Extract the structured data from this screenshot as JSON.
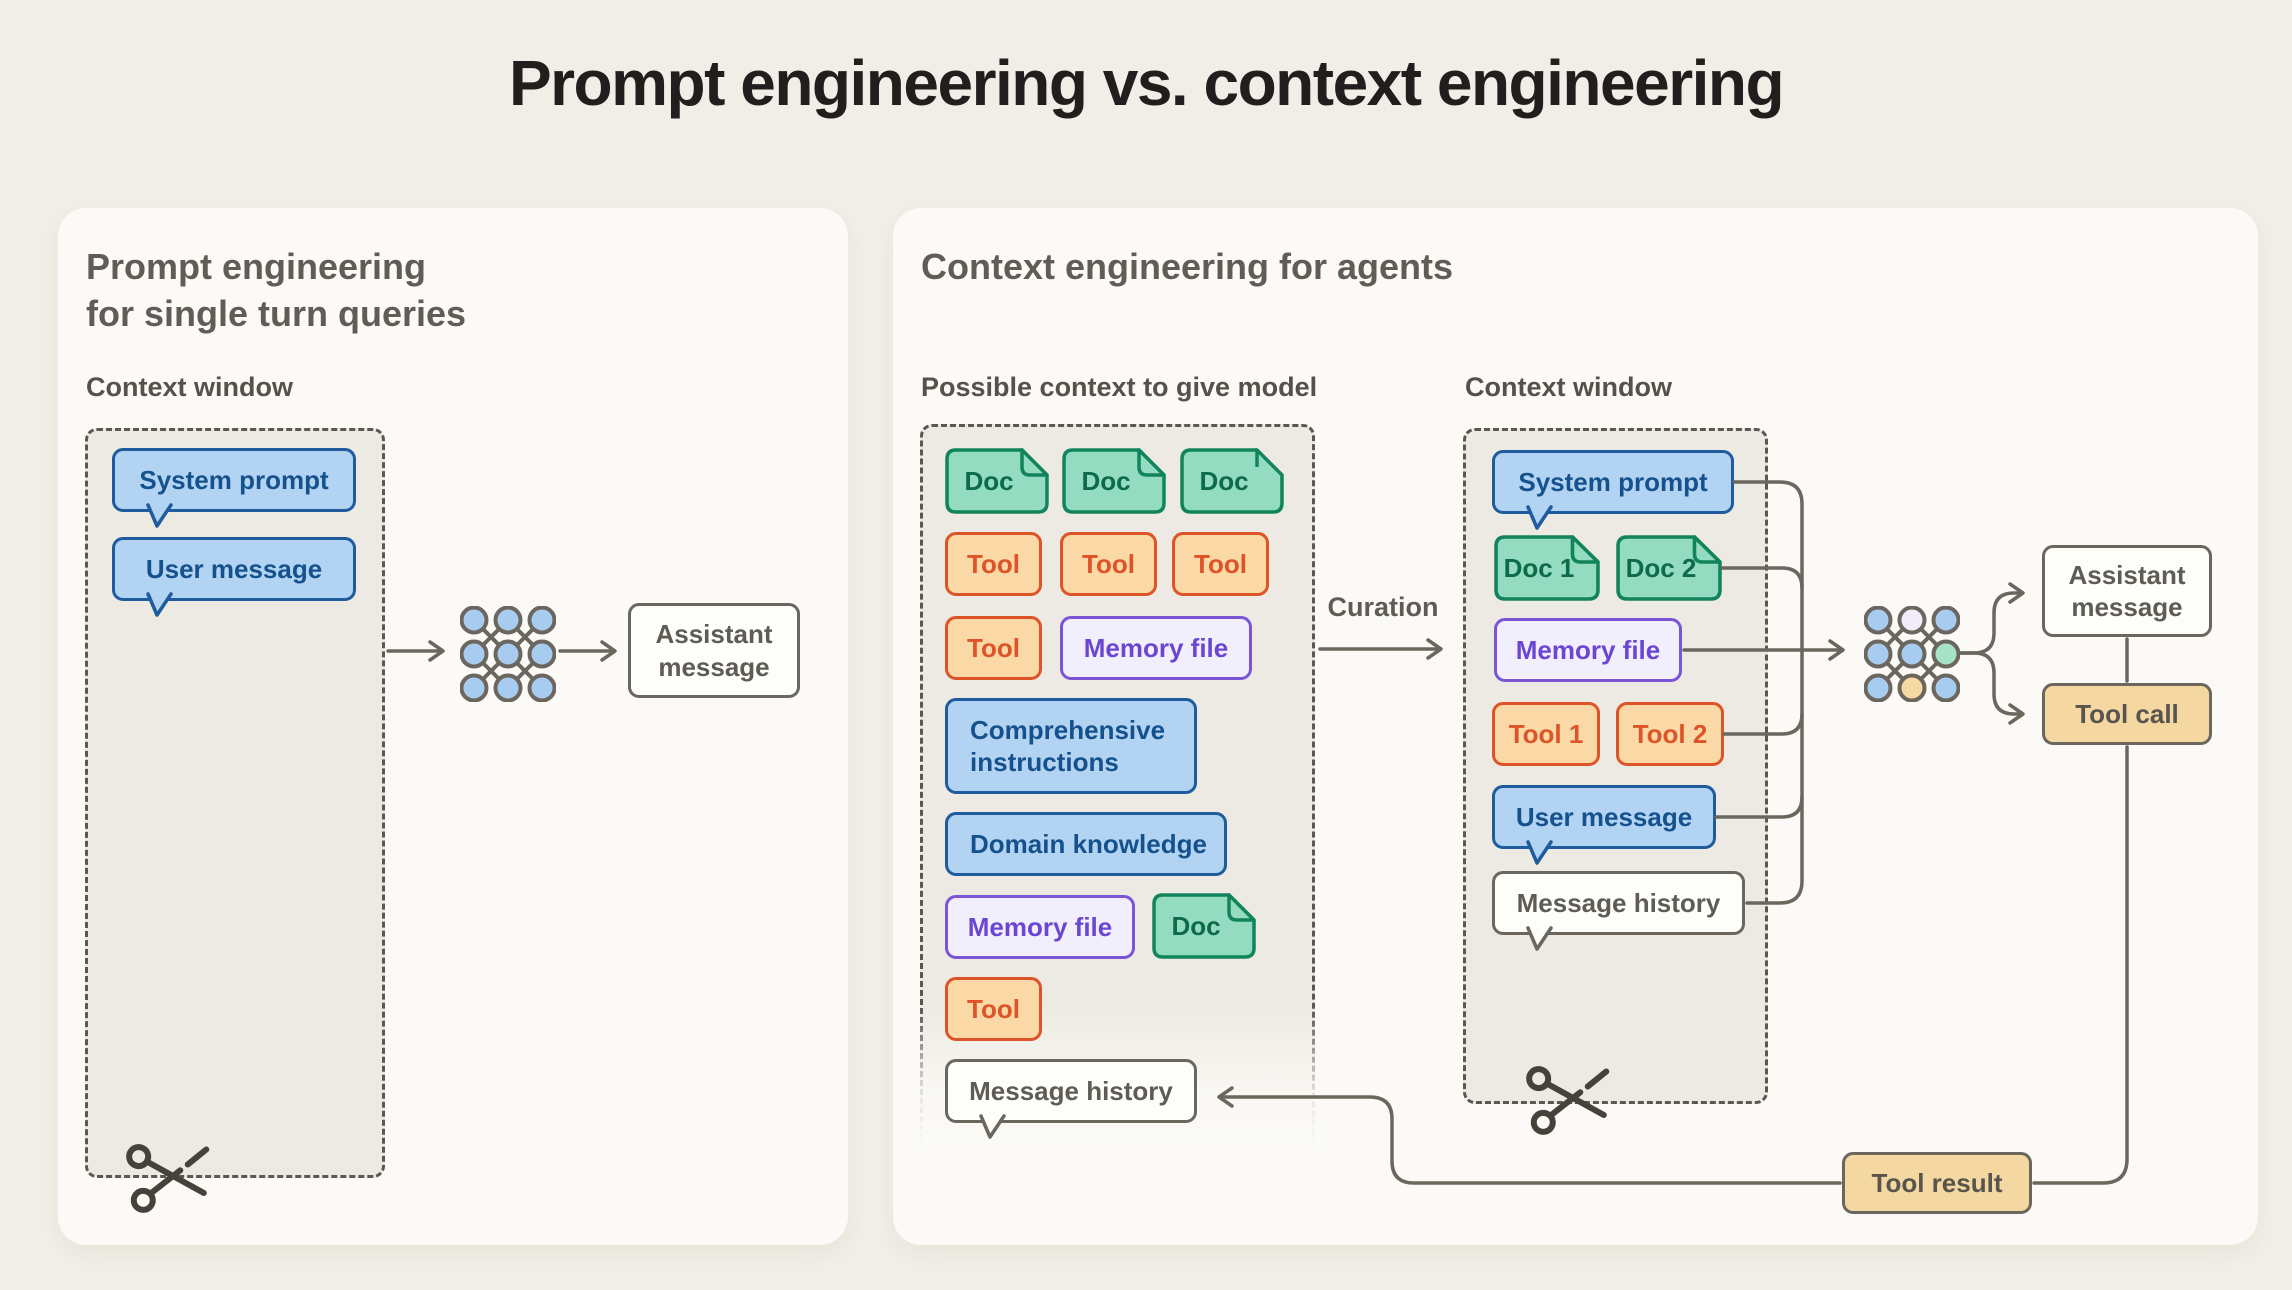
{
  "title": "Prompt engineering vs. context engineering",
  "left_panel": {
    "header_line1": "Prompt engineering",
    "header_line2": "for single turn queries",
    "context_window_label": "Context window",
    "system_prompt": "System prompt",
    "user_message": "User message",
    "assistant_message": "Assistant message"
  },
  "right_panel": {
    "header": "Context engineering for agents",
    "possible_context_label": "Possible context to give model",
    "context_window_label": "Context window",
    "curation_label": "Curation",
    "possible_context": {
      "doc1": "Doc",
      "doc2": "Doc",
      "doc3": "Doc",
      "tool1": "Tool",
      "tool2": "Tool",
      "tool3": "Tool",
      "tool4": "Tool",
      "memory_file1": "Memory file",
      "comprehensive_instructions": "Comprehensive instructions",
      "domain_knowledge": "Domain knowledge",
      "memory_file2": "Memory file",
      "doc4": "Doc",
      "tool5": "Tool",
      "message_history": "Message history"
    },
    "context_window": {
      "system_prompt": "System prompt",
      "doc1": "Doc 1",
      "doc2": "Doc 2",
      "memory_file": "Memory file",
      "tool1": "Tool 1",
      "tool2": "Tool 2",
      "user_message": "User message",
      "message_history": "Message history"
    },
    "assistant_message": "Assistant message",
    "tool_call": "Tool call",
    "tool_result": "Tool result"
  },
  "icons": {
    "scissors_left": "scissors-icon",
    "scissors_right": "scissors-icon",
    "network_left": "neural-network-icon",
    "network_right": "neural-network-icon"
  },
  "colors": {
    "page_bg": "#f0eee6",
    "card_bg": "#fbfaf6",
    "dashed_fill": "#eceae2",
    "dashed_border": "#5b5751",
    "blue_fill": "#b3d3f2",
    "blue_border": "#1e5c9e",
    "blue_text": "#15528d",
    "green_fill": "#93dcc1",
    "green_border": "#11845c",
    "green_text": "#0d6b4a",
    "orange_fill": "#fbd9a6",
    "orange_border": "#dd5428",
    "purple_fill": "#f2effd",
    "purple_border": "#7a55d6",
    "purple_text": "#6a46d2",
    "tan_fill": "#f5d8a1",
    "line": "#6b675f",
    "gray_text": "#5f5c55",
    "title_color": "#221e1d",
    "header_color": "#615d56",
    "label_color": "#55524c"
  }
}
